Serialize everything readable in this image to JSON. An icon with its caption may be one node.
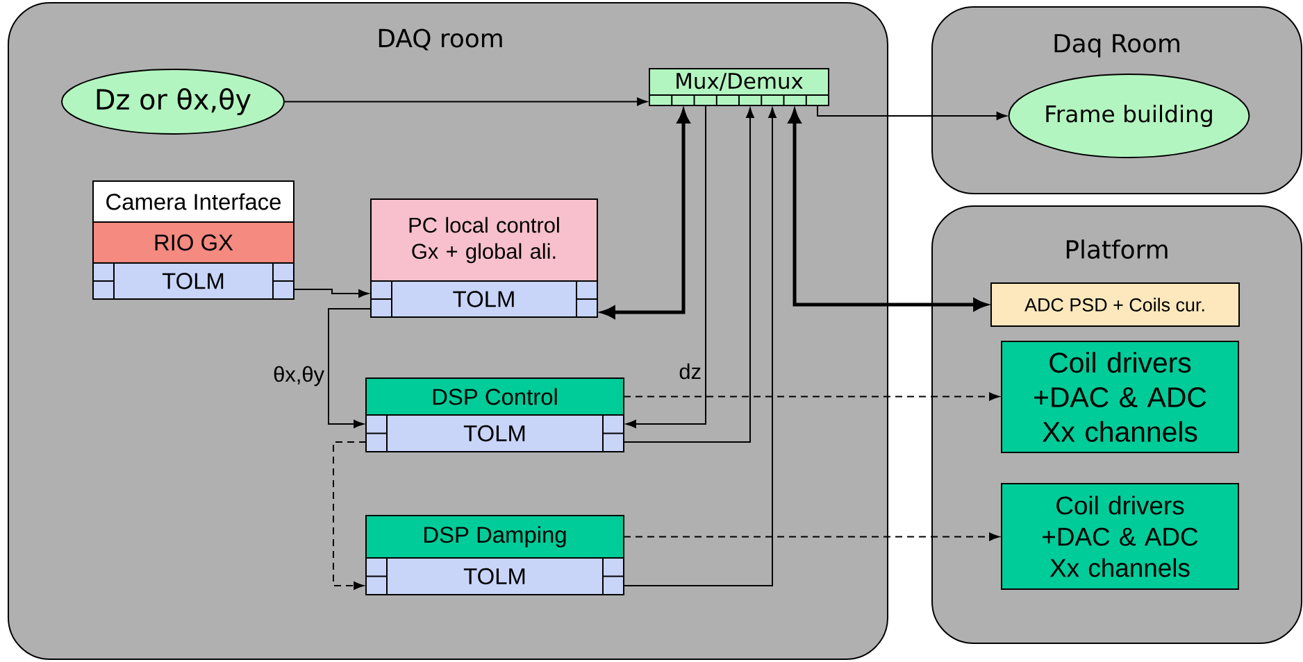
{
  "diagram": {
    "nodes": [
      {
        "text": [
          "DAQ room"
        ]
      },
      {
        "text": [
          "Daq Room"
        ]
      },
      {
        "text": [
          "Platform"
        ]
      },
      {
        "text": [
          "Dz or θx,θy"
        ],
        "in": 0
      },
      {
        "text": [
          "Mux/Demux"
        ],
        "in": 0
      },
      {
        "text": [
          "Camera Interface"
        ],
        "in": 0
      },
      {
        "text": [
          "RIO GX"
        ],
        "in": 0
      },
      {
        "text": [
          "TOLM"
        ],
        "in": 0
      },
      {
        "text": [
          "PC local control Gx + global ali."
        ],
        "in": 0
      },
      {
        "text": [
          "TOLM"
        ],
        "in": 0
      },
      {
        "text": [
          "DSP Control"
        ],
        "in": 0
      },
      {
        "text": [
          "TOLM"
        ],
        "in": 0
      },
      {
        "text": [
          "DSP Damping"
        ],
        "in": 0
      },
      {
        "text": [
          "TOLM"
        ],
        "in": 0
      },
      {
        "text": [
          "Frame building"
        ],
        "in": 1
      },
      {
        "text": [
          "ADC PSD + Coils cur."
        ],
        "in": 2
      },
      {
        "text": [
          "Coil drivers +DAC & ADC Xx channels"
        ],
        "in": 2
      },
      {
        "text": [
          "Coil drivers +DAC & ADC Xx channels"
        ],
        "in": 2
      }
    ],
    "edges": [
      {
        "from": 3,
        "to": 4,
        "arrow": "to"
      },
      {
        "from": 7,
        "to": 9,
        "arrow": "to"
      },
      {
        "from": 4,
        "to": 9,
        "arrow": "both",
        "style": "thick"
      },
      {
        "from": 4,
        "to": 11,
        "arrow": "to",
        "label": "dz"
      },
      {
        "from": 11,
        "to": 4,
        "arrow": "to"
      },
      {
        "from": 13,
        "to": 4,
        "arrow": "to"
      },
      {
        "from": 4,
        "to": 15,
        "arrow": "both",
        "style": "thick"
      },
      {
        "from": 4,
        "to": 14,
        "arrow": "to"
      },
      {
        "from": 9,
        "to": 11,
        "arrow": "to",
        "label": "θx,θy"
      },
      {
        "from": 11,
        "to": 13,
        "arrow": "to",
        "style": "dashed"
      },
      {
        "from": 10,
        "to": 16,
        "arrow": "to",
        "style": "dashed"
      },
      {
        "from": 12,
        "to": 17,
        "arrow": "to",
        "style": "dashed"
      }
    ]
  }
}
